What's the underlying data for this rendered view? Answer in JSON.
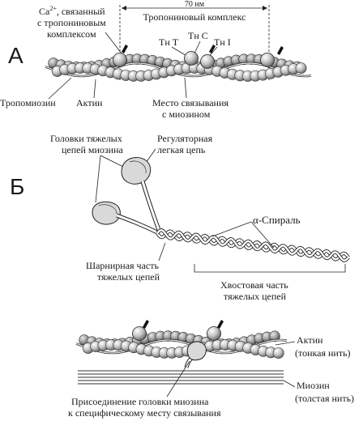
{
  "panel_a": {
    "letter": "А",
    "ca_label_1": "Ca",
    "ca_sup": "2+",
    "ca_label_2": ", связанный",
    "ca_label_3": "с тропониновым",
    "ca_label_4": "комплексом",
    "span_label": "70 нм",
    "troponin_complex": "Тропониновый комплекс",
    "tn_t": "Тн Т",
    "tn_c": "Тн С",
    "tn_i": "Тн I",
    "tropomyosin": "Тропомиозин",
    "actin": "Актин",
    "binding_site_1": "Место связывания",
    "binding_site_2": "с миозином"
  },
  "panel_b": {
    "letter": "Б",
    "heavy_heads_1": "Головки тяжелых",
    "heavy_heads_2": "цепей миозина",
    "regulatory_1": "Регуляторная",
    "regulatory_2": "легкая цепь",
    "alpha_prefix": "α",
    "alpha_rest": "-Спираль",
    "hinge_1": "Шарнирная часть",
    "hinge_2": "тяжелых цепей",
    "tail_1": "Хвостовая часть",
    "tail_2": "тяжелых цепей"
  },
  "panel_c": {
    "actin_1": "Актин",
    "actin_2": "(тонкая нить)",
    "myosin_1": "Миозин",
    "myosin_2": "(толстая нить)",
    "attach_1": "Присоединение головки миозина",
    "attach_2": "к специфическому месту связывания"
  }
}
